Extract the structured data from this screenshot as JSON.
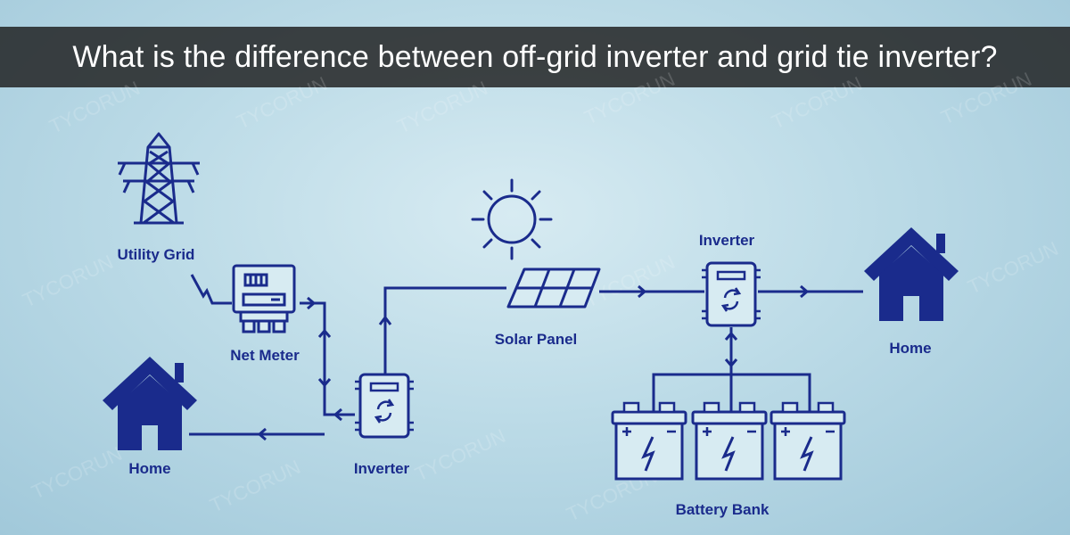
{
  "title": "What is the difference between off-grid inverter and grid tie inverter?",
  "watermark": "TYCORUN",
  "colors": {
    "primary": "#1a2b8c",
    "title_bar": "#1c1c1c",
    "title_text": "#ffffff"
  },
  "labels": {
    "utility_grid": "Utility Grid",
    "net_meter": "Net Meter",
    "home_left": "Home",
    "inverter_left": "Inverter",
    "solar_panel": "Solar Panel",
    "inverter_right": "Inverter",
    "home_right": "Home",
    "battery_bank": "Battery Bank"
  },
  "icons": [
    "transmission-tower-icon",
    "meter-icon",
    "house-icon",
    "inverter-icon",
    "sun-icon",
    "solar-panel-icon",
    "battery-icon"
  ]
}
